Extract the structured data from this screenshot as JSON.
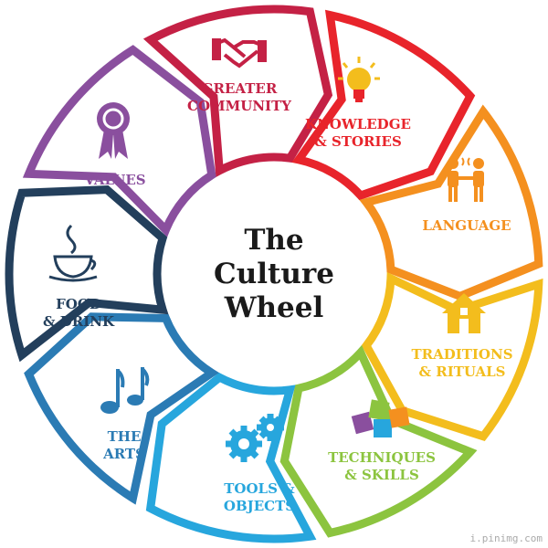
{
  "title": {
    "line1": "The",
    "line2": "Culture",
    "line3": "Wheel"
  },
  "segments": [
    {
      "label": "GREATER\nCOMMUNITY",
      "color": "#c42145",
      "icon": "handshake-icon"
    },
    {
      "label": "KNOWLEDGE\n& STORIES",
      "color": "#e8242b",
      "icon": "lightbulb-icon"
    },
    {
      "label": "LANGUAGE",
      "color": "#f4901f",
      "icon": "people-talking-icon"
    },
    {
      "label": "TRADITIONS\n& RITUALS",
      "color": "#f3bd1d",
      "icon": "house-icon"
    },
    {
      "label": "TECHNIQUES\n& SKILLS",
      "color": "#8cc43f",
      "icon": "puzzle-icon"
    },
    {
      "label": "TOOLS &\nOBJECTS",
      "color": "#27a6dd",
      "icon": "gears-icon"
    },
    {
      "label": "THE\nARTS",
      "color": "#2b7bb4",
      "icon": "music-note-icon"
    },
    {
      "label": "FOOD\n& DRINK",
      "color": "#233f5c",
      "icon": "coffee-cup-icon"
    },
    {
      "label": "VALUES",
      "color": "#8a4f9e",
      "icon": "award-ribbon-icon"
    }
  ],
  "watermark": "i.pinimg.com"
}
